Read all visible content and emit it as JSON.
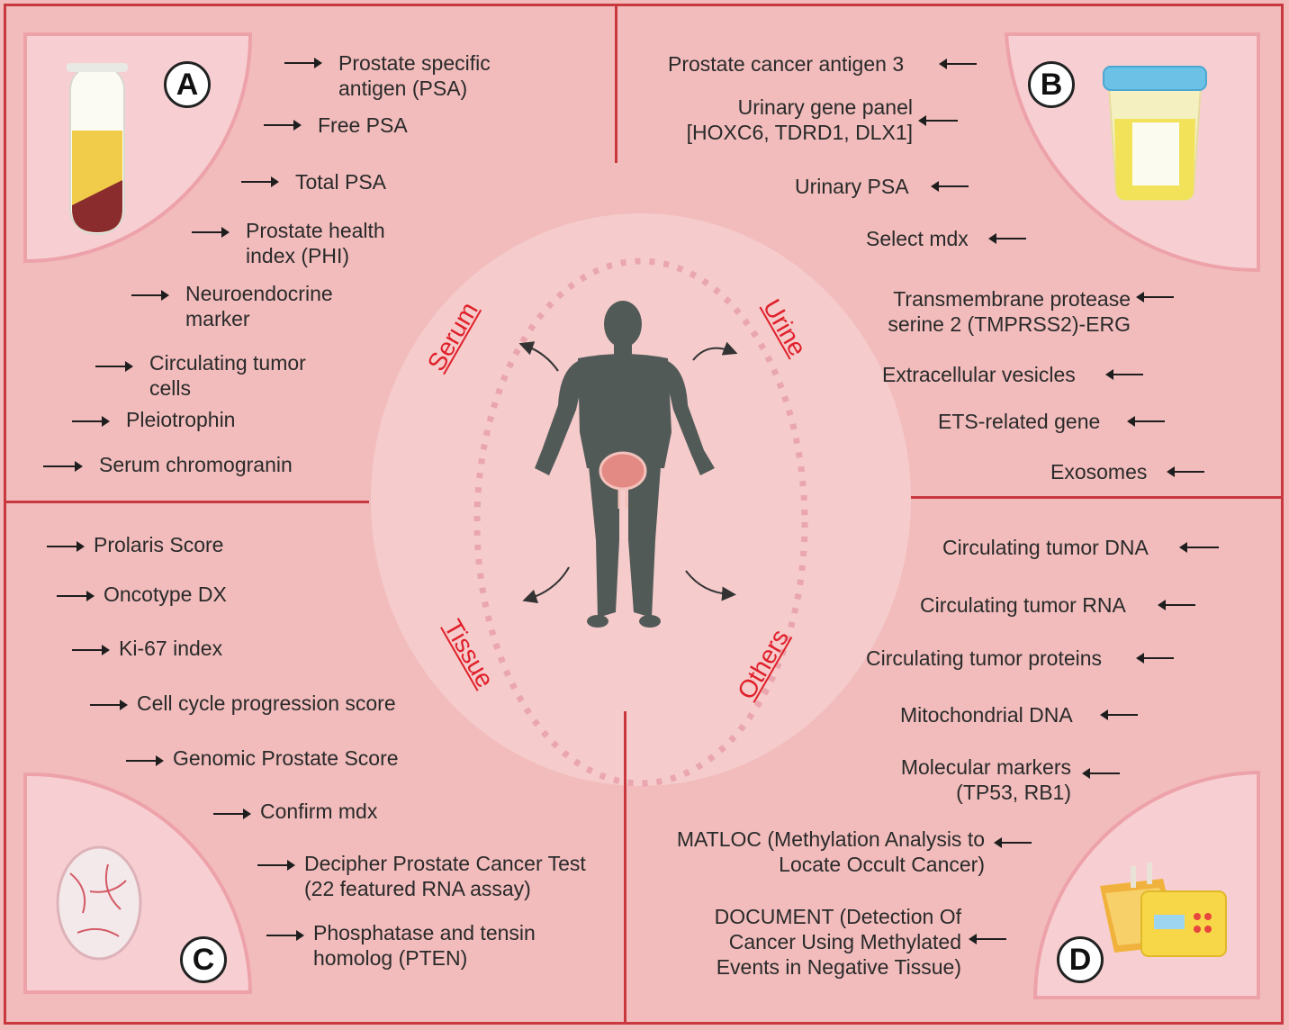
{
  "quadrants": {
    "a": {
      "badge": "A",
      "items": [
        "Prostate specific antigen (PSA)",
        "Free PSA",
        "Total PSA",
        "Prostate health index (PHI)",
        "Neuroendocrine marker",
        "Circulating tumor cells",
        "Pleiotrophin",
        "Serum chromogranin"
      ],
      "icon": "blood-tube-icon"
    },
    "b": {
      "badge": "B",
      "items": [
        "Prostate cancer antigen 3",
        "Urinary gene panel [HOXC6, TDRD1, DLX1]",
        "Urinary PSA",
        "Select mdx",
        "Transmembrane protease serine 2 (TMPRSS2)-ERG",
        "Extracellular vesicles",
        "ETS-related gene",
        "Exosomes"
      ],
      "icon": "urine-cup-icon"
    },
    "c": {
      "badge": "C",
      "items": [
        "Prolaris Score",
        "Oncotype DX",
        "Ki-67 index",
        "Cell cycle progression score",
        "Genomic Prostate Score",
        "Confirm mdx",
        "Decipher Prostate Cancer Test (22 featured RNA assay)",
        "Phosphatase and tensin homolog (PTEN)"
      ],
      "icon": "tissue-sample-icon"
    },
    "d": {
      "badge": "D",
      "items": [
        "Circulating tumor DNA",
        "Circulating tumor RNA",
        "Circulating tumor proteins",
        "Mitochondrial DNA",
        "Molecular markers (TP53, RB1)",
        "MATLOC (Methylation Analysis to Locate Occult Cancer)",
        "DOCUMENT (Detection Of Cancer Using Methylated Events in Negative Tissue)"
      ],
      "icon": "pcr-machine-icon"
    }
  },
  "categories": {
    "serum": "Serum",
    "urine": "Urine",
    "tissue": "Tissue",
    "others": "Others"
  },
  "center_icon": "human-body-icon",
  "colors": {
    "background": "#f2bcbc",
    "border": "#c8383e",
    "category": "#e0202a",
    "figure": "#525a58"
  }
}
